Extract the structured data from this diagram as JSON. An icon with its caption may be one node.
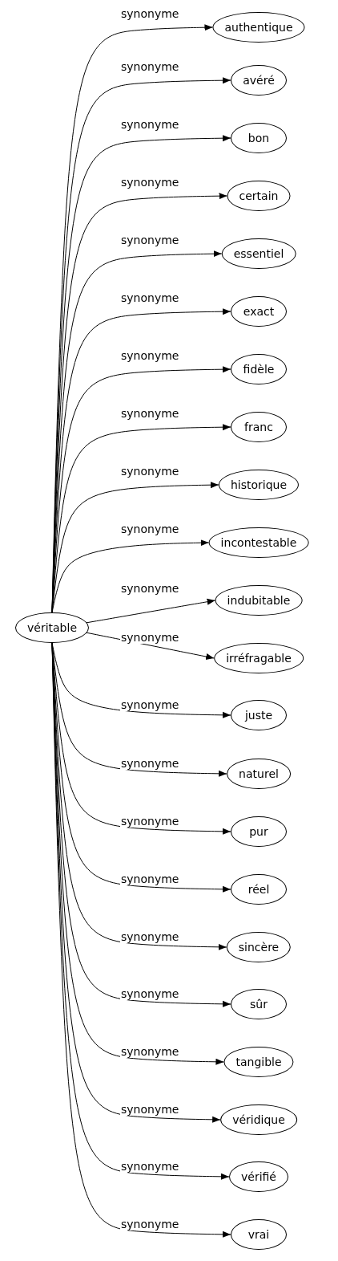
{
  "diagram": {
    "nodes": [
      {
        "text": [
          "véritable"
        ]
      },
      {
        "text": [
          "authentique"
        ]
      },
      {
        "text": [
          "avéré"
        ]
      },
      {
        "text": [
          "bon"
        ]
      },
      {
        "text": [
          "certain"
        ]
      },
      {
        "text": [
          "essentiel"
        ]
      },
      {
        "text": [
          "exact"
        ]
      },
      {
        "text": [
          "fidèle"
        ]
      },
      {
        "text": [
          "franc"
        ]
      },
      {
        "text": [
          "historique"
        ]
      },
      {
        "text": [
          "incontestable"
        ]
      },
      {
        "text": [
          "indubitable"
        ]
      },
      {
        "text": [
          "irréfragable"
        ]
      },
      {
        "text": [
          "juste"
        ]
      },
      {
        "text": [
          "naturel"
        ]
      },
      {
        "text": [
          "pur"
        ]
      },
      {
        "text": [
          "réel"
        ]
      },
      {
        "text": [
          "sincère"
        ]
      },
      {
        "text": [
          "sûr"
        ]
      },
      {
        "text": [
          "tangible"
        ]
      },
      {
        "text": [
          "véridique"
        ]
      },
      {
        "text": [
          "vérifié"
        ]
      },
      {
        "text": [
          "vrai"
        ]
      }
    ],
    "edges": [
      {
        "from": 0,
        "to": 1,
        "arrow": "to",
        "label": "synonyme"
      },
      {
        "from": 0,
        "to": 2,
        "arrow": "to",
        "label": "synonyme"
      },
      {
        "from": 0,
        "to": 3,
        "arrow": "to",
        "label": "synonyme"
      },
      {
        "from": 0,
        "to": 4,
        "arrow": "to",
        "label": "synonyme"
      },
      {
        "from": 0,
        "to": 5,
        "arrow": "to",
        "label": "synonyme"
      },
      {
        "from": 0,
        "to": 6,
        "arrow": "to",
        "label": "synonyme"
      },
      {
        "from": 0,
        "to": 7,
        "arrow": "to",
        "label": "synonyme"
      },
      {
        "from": 0,
        "to": 8,
        "arrow": "to",
        "label": "synonyme"
      },
      {
        "from": 0,
        "to": 9,
        "arrow": "to",
        "label": "synonyme"
      },
      {
        "from": 0,
        "to": 10,
        "arrow": "to",
        "label": "synonyme"
      },
      {
        "from": 0,
        "to": 11,
        "arrow": "to",
        "label": "synonyme"
      },
      {
        "from": 0,
        "to": 12,
        "arrow": "to",
        "label": "synonyme"
      },
      {
        "from": 0,
        "to": 13,
        "arrow": "to",
        "label": "synonyme"
      },
      {
        "from": 0,
        "to": 14,
        "arrow": "to",
        "label": "synonyme"
      },
      {
        "from": 0,
        "to": 15,
        "arrow": "to",
        "label": "synonyme"
      },
      {
        "from": 0,
        "to": 16,
        "arrow": "to",
        "label": "synonyme"
      },
      {
        "from": 0,
        "to": 17,
        "arrow": "to",
        "label": "synonyme"
      },
      {
        "from": 0,
        "to": 18,
        "arrow": "to",
        "label": "synonyme"
      },
      {
        "from": 0,
        "to": 19,
        "arrow": "to",
        "label": "synonyme"
      },
      {
        "from": 0,
        "to": 20,
        "arrow": "to",
        "label": "synonyme"
      },
      {
        "from": 0,
        "to": 21,
        "arrow": "to",
        "label": "synonyme"
      },
      {
        "from": 0,
        "to": 22,
        "arrow": "to",
        "label": "synonyme"
      }
    ]
  }
}
